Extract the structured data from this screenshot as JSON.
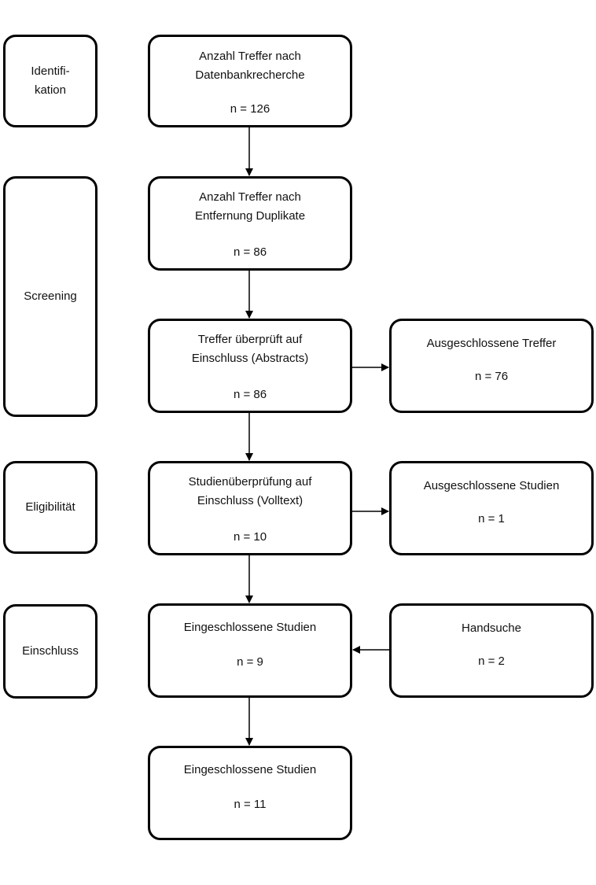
{
  "phases": {
    "identifikation": "Identifi-\nkation",
    "screening": "Screening",
    "eligibilitaet": "Eligibilität",
    "einschluss": "Einschluss"
  },
  "boxes": {
    "database": {
      "label": "Anzahl Treffer nach\nDatenbankrecherche",
      "count": "n = 126"
    },
    "deduplicated": {
      "label": "Anzahl Treffer nach\nEntfernung Duplikate",
      "count": "n = 86"
    },
    "abstract_screening": {
      "label": "Treffer überprüft auf\nEinschluss (Abstracts)",
      "count": "n = 86"
    },
    "excluded_hits": {
      "label": "Ausgeschlossene Treffer",
      "count": "n = 76"
    },
    "fulltext_review": {
      "label": "Studienüberprüfung auf\nEinschluss (Volltext)",
      "count": "n = 10"
    },
    "excluded_studies": {
      "label": "Ausgeschlossene Studien",
      "count": "n = 1"
    },
    "included_studies": {
      "label": "Eingeschlossene Studien",
      "count": "n = 9"
    },
    "hand_search": {
      "label": "Handsuche",
      "count": "n = 2"
    },
    "final_included": {
      "label": "Eingeschlossene Studien",
      "count": "n = 11"
    }
  }
}
